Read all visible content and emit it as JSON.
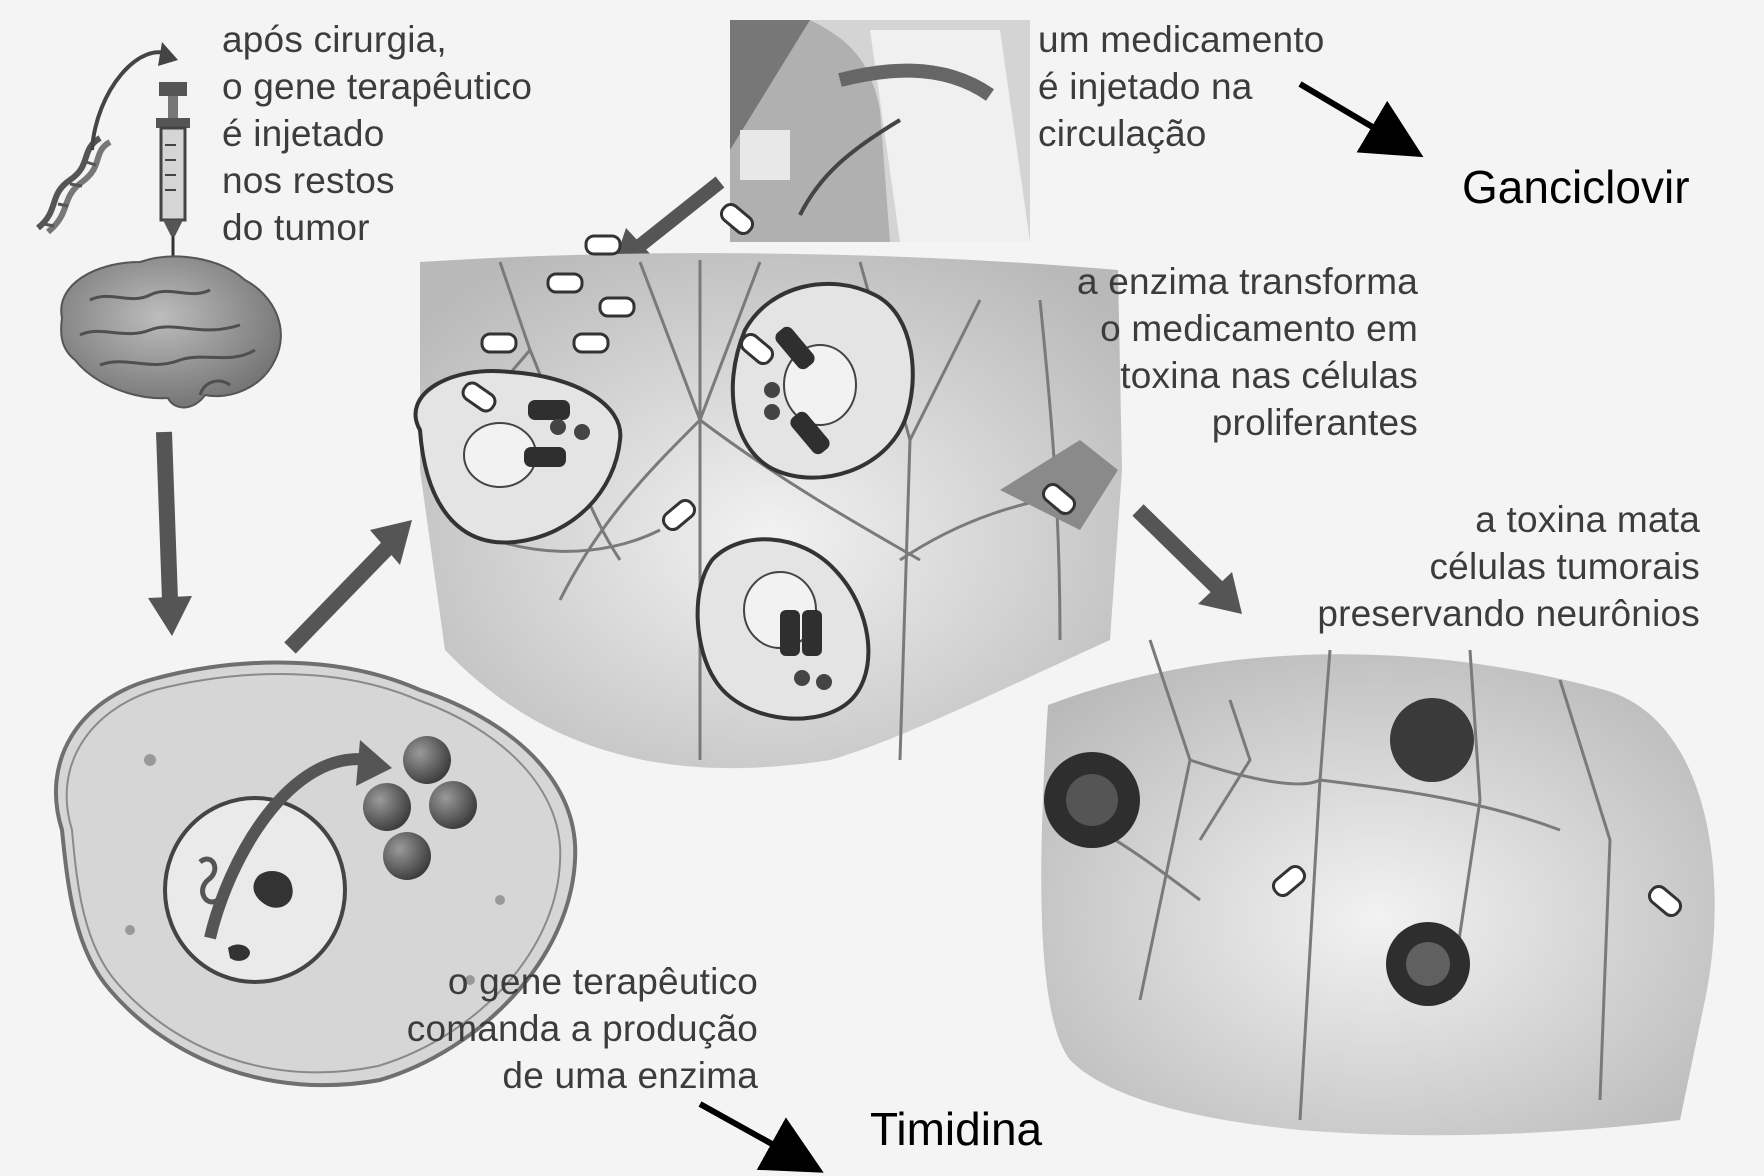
{
  "steps": {
    "step1": "após cirurgia,\no gene terapêutico\né injetado\nnos restos\ndo tumor",
    "step2": "o gene terapêutico\ncomanda a produção\nde uma enzima",
    "step3": "um medicamento\né injetado na\ncirculação",
    "step4": "a enzima transforma\no medicamento em\ntoxina nas células\nproliferantes",
    "step5": "a toxina mata\ncélulas tumorais\npreservando neurônios"
  },
  "annotations": {
    "drug": "Ganciclovir",
    "enzyme": "Timidina"
  }
}
